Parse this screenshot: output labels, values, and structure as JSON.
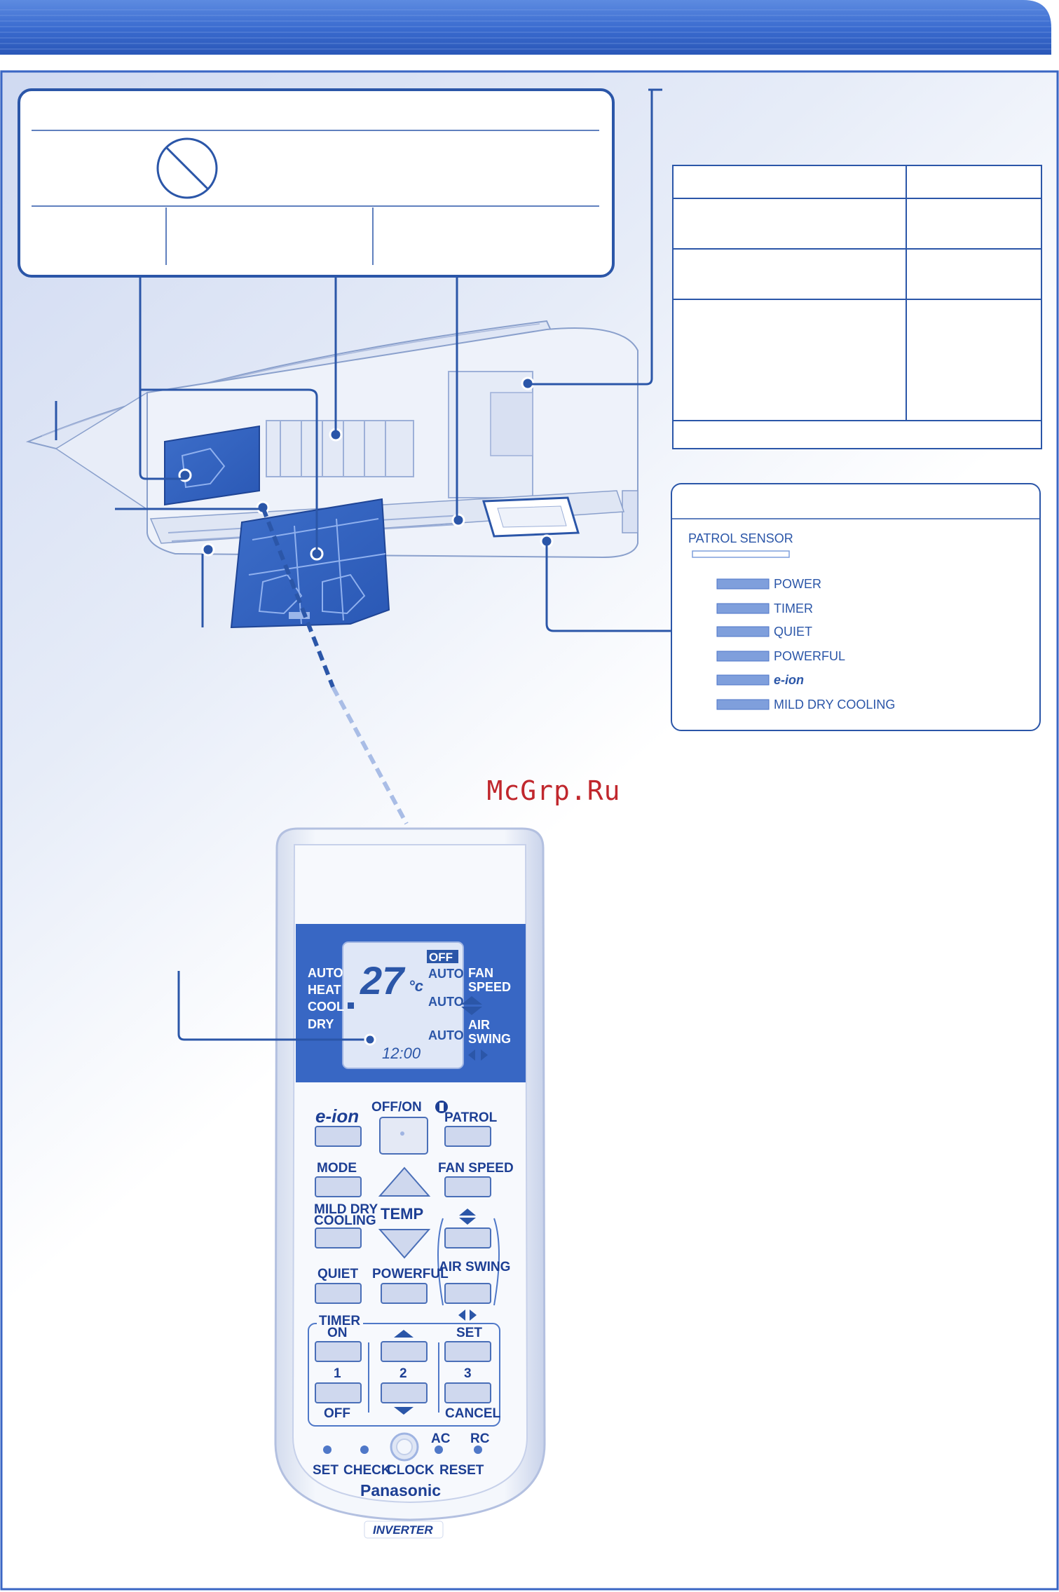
{
  "watermark": "McGrp.Ru",
  "indicator_panel": {
    "sensor_label": "PATROL SENSOR",
    "indicators": [
      "POWER",
      "TIMER",
      "QUIET",
      "POWERFUL",
      "e-ion",
      "MILD DRY COOLING"
    ]
  },
  "remote": {
    "display": {
      "temperature": "27",
      "unit": "°c",
      "off_badge": "OFF",
      "modes": [
        "AUTO",
        "HEAT",
        "COOL",
        "DRY"
      ],
      "auto_fan": "AUTO",
      "auto_mid": "AUTO",
      "auto_swing": "AUTO",
      "fan_speed_label": [
        "FAN",
        "SPEED"
      ],
      "air_swing_label": [
        "AIR",
        "SWING"
      ],
      "clock": "12:00"
    },
    "buttons": {
      "eion": "e-ion",
      "offon": "OFF/ON",
      "patrol": "PATROL",
      "mode": "MODE",
      "fan_speed": "FAN SPEED",
      "mild_dry": [
        "MILD DRY",
        "COOLING"
      ],
      "temp": "TEMP",
      "air_swing": "AIR SWING",
      "quiet": "QUIET",
      "powerful": "POWERFUL",
      "timer": "TIMER",
      "on": "ON",
      "set": "SET",
      "one": "1",
      "two": "2",
      "three": "3",
      "off": "OFF",
      "cancel": "CANCEL",
      "ac": "AC",
      "rc": "RC",
      "set_small": "SET",
      "check": "CHECK",
      "clock": "CLOCK",
      "reset": "RESET"
    },
    "brand": "Panasonic",
    "inverter": "INVERTER"
  },
  "colors": {
    "accent": "#2f62c0",
    "header_blue": "#3c6fd0",
    "callout": "#2b56a8",
    "indicator": "#7f9fdc",
    "watermark": "#c0272d"
  }
}
